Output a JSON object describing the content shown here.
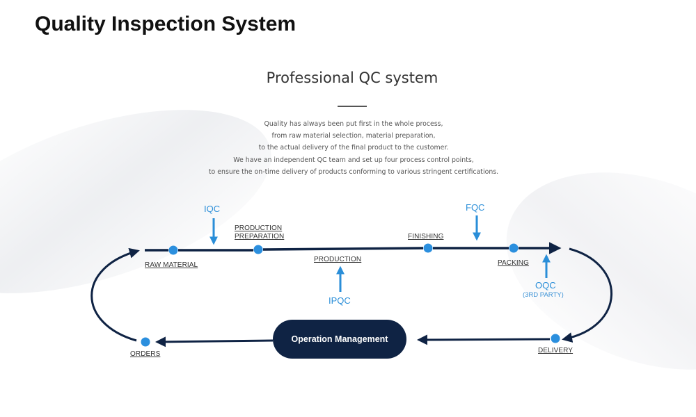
{
  "page": {
    "title": "Quality Inspection System"
  },
  "section": {
    "subtitle": "Professional QC system",
    "intro_lines": [
      "Quality has always been put first in the whole process,",
      "from raw material selection, material preparation,",
      "to the actual delivery of the final product to the customer.",
      "We have an independent QC team and set up four process control points,",
      "to ensure the on-time delivery of products conforming to various stringent certifications."
    ]
  },
  "diagram": {
    "nodes": {
      "raw_material": "RAW MATERIAL",
      "production_preparation_1": "PRODUCTION",
      "production_preparation_2": "PREPARATION",
      "production": "PRODUCTION",
      "finishing": "FINISHING",
      "packing": "PACKING",
      "delivery": "DELIVERY",
      "orders": "ORDERS"
    },
    "control_points": {
      "iqc": "IQC",
      "ipqc": "IPQC",
      "fqc": "FQC",
      "oqc": "OQC",
      "oqc_note": "(3RD PARTY)"
    },
    "center": "Operation Management",
    "colors": {
      "flow_line": "#0f2344",
      "node_dot": "#2b8fde",
      "qc_accent": "#2a8ed8",
      "center_box": "#0f2344"
    }
  }
}
